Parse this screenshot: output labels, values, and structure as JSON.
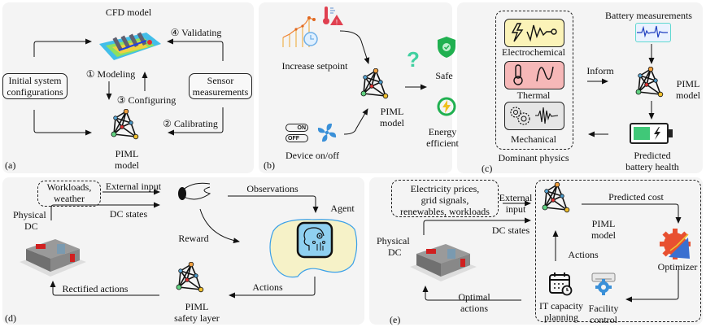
{
  "figure": {
    "panel_a": {
      "label": "(a)",
      "cfd_title": "CFD model",
      "box_initial": [
        "Initial system",
        "configurations"
      ],
      "box_sensor": [
        "Sensor",
        "measurements"
      ],
      "step1": "① Modeling",
      "step2": "② Calibrating",
      "step3": "③ Configuring",
      "step4": "④ Validating",
      "piml": [
        "PIML",
        "model"
      ]
    },
    "panel_b": {
      "label": "(b)",
      "increase_setpoint": "Increase setpoint",
      "device_onoff": "Device on/off",
      "on_text": "ON",
      "off_text": "OFF",
      "piml": [
        "PIML",
        "model"
      ],
      "question": "?",
      "safe": "Safe",
      "energy": [
        "Energy",
        "efficient"
      ]
    },
    "panel_c": {
      "label": "(c)",
      "physics": [
        "Electrochemical",
        "Thermal",
        "Mechanical"
      ],
      "dominant": "Dominant physics",
      "inform": "Inform",
      "battery_measurements": "Battery measurements",
      "piml": [
        "PIML",
        "model"
      ],
      "predicted": [
        "Predicted",
        "battery health"
      ]
    },
    "panel_d": {
      "label": "(d)",
      "external_box": [
        "Workloads,",
        "weather"
      ],
      "external_input": "External input",
      "dc_states": "DC states",
      "physical_dc": [
        "Physical",
        "DC"
      ],
      "observations": "Observations",
      "agent": "Agent",
      "reward": "Reward",
      "actions": "Actions",
      "rectified": "Rectified actions",
      "piml": [
        "PIML",
        "safety layer"
      ]
    },
    "panel_e": {
      "label": "(e)",
      "external_box": [
        "Electricity prices,",
        "grid signals,",
        "renewables, workloads"
      ],
      "external_input": [
        "External",
        "input"
      ],
      "dc_states": "DC states",
      "physical_dc": [
        "Physical",
        "DC"
      ],
      "piml": [
        "PIML",
        "model"
      ],
      "predicted_cost": "Predicted cost",
      "optimizer": "Optimizer",
      "actions": "Actions",
      "it_capacity": [
        "IT capacity",
        "planning"
      ],
      "facility": [
        "Facility",
        "control"
      ],
      "optimal": [
        "Optimal",
        "actions"
      ]
    }
  },
  "colors": {
    "panel_bg": "#f4f4f4",
    "node_orange": "#f0a040",
    "node_blue": "#5aa8d8",
    "node_red": "#e03030",
    "node_green": "#60d080",
    "node_yellow": "#f0c030",
    "safe_green": "#20b050",
    "battery_green": "#40c878",
    "agent_blue": "#3aa0e8",
    "optimizer_red": "#e85030"
  }
}
